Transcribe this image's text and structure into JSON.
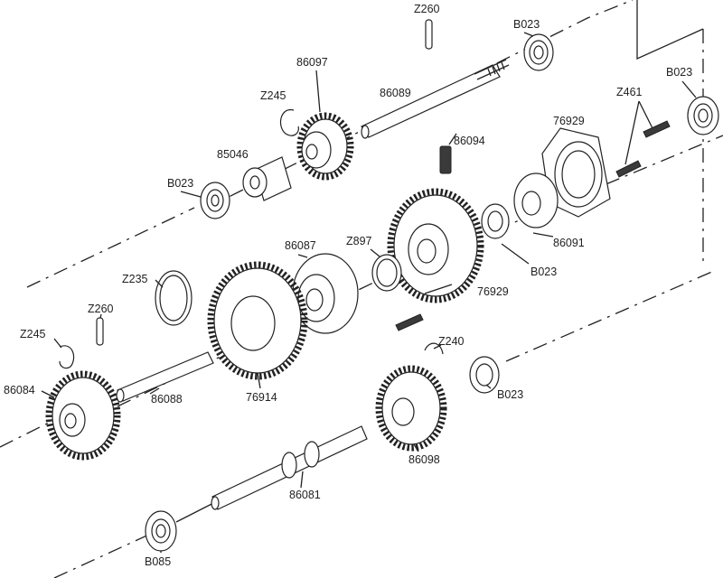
{
  "labels": {
    "z260_top": "Z260",
    "b023_top": "B023",
    "p86097": "86097",
    "z245_top": "Z245",
    "p86089": "86089",
    "b023_right": "B023",
    "z461": "Z461",
    "p85046": "85046",
    "b023_left": "B023",
    "p86094": "86094",
    "p76929_top": "76929",
    "p86087": "86087",
    "z897": "Z897",
    "p86091": "86091",
    "b023_mid": "B023",
    "p76929_mid": "76929",
    "z235": "Z235",
    "z260_left": "Z260",
    "z245_left": "Z245",
    "z240": "Z240",
    "p86084": "86084",
    "p86088": "86088",
    "p76914": "76914",
    "b023_low": "B023",
    "p86098": "86098",
    "p86081": "86081",
    "b085": "B085"
  }
}
